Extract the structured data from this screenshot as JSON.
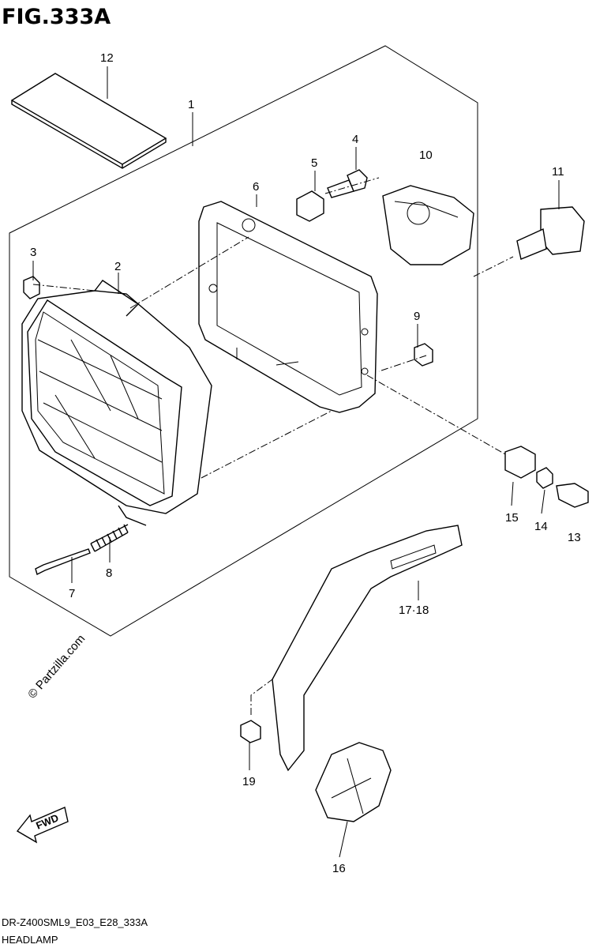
{
  "figure": {
    "title": "FIG.333A",
    "code": "DR-Z400SML9_E03_E28_333A",
    "name": "HEADLAMP"
  },
  "watermark": "© Partzilla.com",
  "direction_marker": "FWD",
  "callouts": [
    "1",
    "2",
    "3",
    "4",
    "5",
    "6",
    "7",
    "8",
    "9",
    "10",
    "11",
    "12",
    "13",
    "14",
    "15",
    "16",
    "17·18",
    "19"
  ]
}
